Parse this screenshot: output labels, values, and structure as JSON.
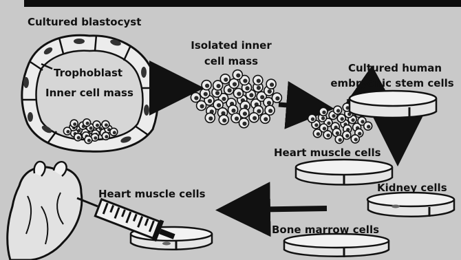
{
  "diagram": {
    "labels": {
      "cultured_blastocyst": "Cultured blastocyst",
      "trophoblast": "Trophoblast",
      "inner_cell_mass": "Inner cell mass",
      "isolated_inner_cell_mass_line1": "Isolated inner",
      "isolated_inner_cell_mass_line2": "cell mass",
      "cultured_stem_cells_line1": "Cultured human",
      "cultured_stem_cells_line2": "embryonic stem cells",
      "heart_muscle_dish": "Heart muscle cells",
      "kidney_dish": "Kidney cells",
      "bone_marrow_dish": "Bone marrow cells",
      "heart_injection": "Heart muscle cells"
    },
    "colors": {
      "background": "#c9c9c9",
      "ink": "#111111",
      "cell_fill": "#ececec",
      "nucleus": "#2a2a2a",
      "dish": "#e6e6e6"
    }
  }
}
